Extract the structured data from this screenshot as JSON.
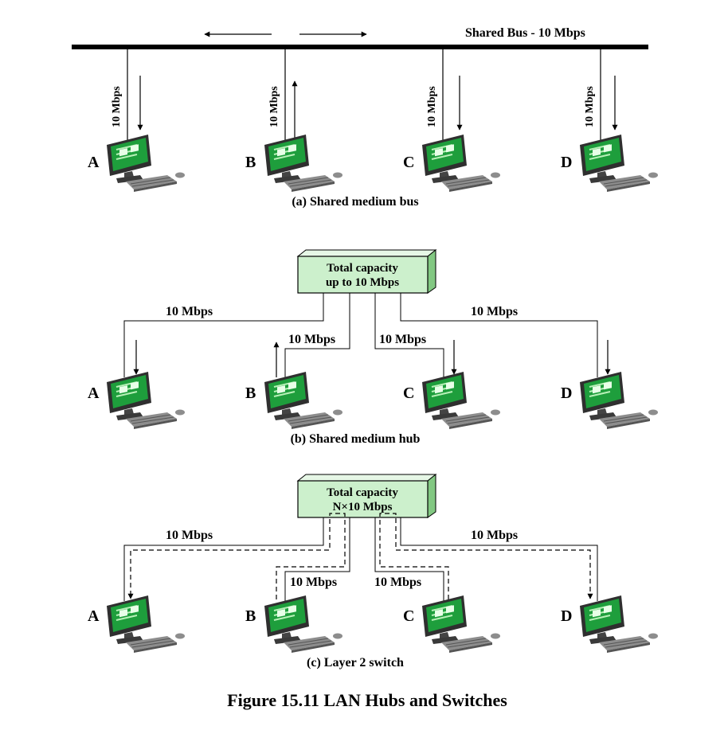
{
  "colors": {
    "box_fill": "#ccf0cc",
    "box_side": "#82c882",
    "screen_green": "#1e9e3c",
    "monitor_dark": "#2f2f2f",
    "line": "#000000"
  },
  "icons": {
    "computer": "desktop-computer-icon",
    "arrow": "arrow-icon"
  },
  "bus": {
    "label": "Shared Bus - 10 Mbps",
    "link_label": "10 Mbps",
    "caption": "(a) Shared medium bus"
  },
  "hub": {
    "box_line1": "Total capacity",
    "box_line2": "up to 10 Mbps",
    "link_label": "10 Mbps",
    "caption": "(b) Shared medium hub"
  },
  "switch": {
    "box_line1": "Total capacity",
    "box_line2": "N×10 Mbps",
    "link_label": "10 Mbps",
    "caption": "(c) Layer 2 switch"
  },
  "stations": [
    "A",
    "B",
    "C",
    "D"
  ],
  "figure_title": "Figure 15.11  LAN Hubs and Switches"
}
